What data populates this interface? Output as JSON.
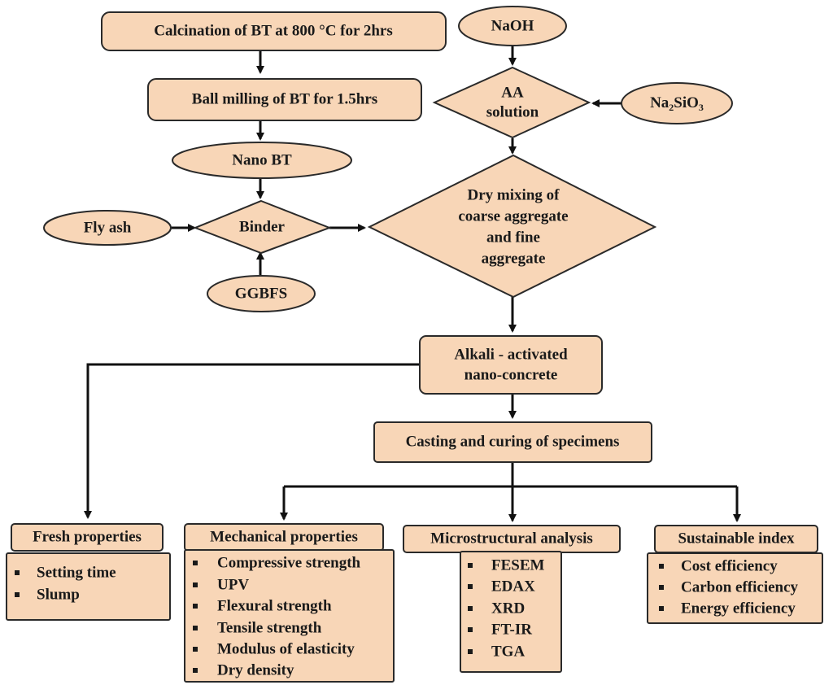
{
  "colors": {
    "node_fill": "#f8d6b7",
    "node_stroke": "#2a2a2a",
    "arrow": "#111111"
  },
  "nodes": {
    "calcination": "Calcination of  BT at  800 °C for 2hrs",
    "ball_milling": "Ball milling of BT for 1.5hrs",
    "nano_bt": "Nano BT",
    "fly_ash": "Fly ash",
    "binder": "Binder",
    "ggbfs": "GGBFS",
    "naoh": "NaOH",
    "aa_solution": [
      "AA",
      "solution"
    ],
    "na2sio3": {
      "base": "Na",
      "sub1": "2",
      "mid": "SiO",
      "sub2": "3"
    },
    "dry_mixing": [
      "Dry mixing of",
      "coarse aggregate",
      "and fine",
      "aggregate"
    ],
    "alkali": [
      "Alkali - activated",
      "nano-concrete"
    ],
    "casting": "Casting and curing of specimens"
  },
  "categories": {
    "fresh": {
      "title": "Fresh properties",
      "items": [
        "Setting time",
        "Slump"
      ]
    },
    "mechanical": {
      "title": "Mechanical properties",
      "items": [
        "Compressive strength",
        "UPV",
        "Flexural strength",
        "Tensile strength",
        "Modulus of elasticity",
        "Dry density"
      ]
    },
    "micro": {
      "title": "Microstructural analysis",
      "items": [
        "FESEM",
        "EDAX",
        "XRD",
        "FT-IR",
        "TGA"
      ]
    },
    "sustainable": {
      "title": "Sustainable index",
      "items": [
        "Cost efficiency",
        "Carbon efficiency",
        "Energy efficiency"
      ]
    }
  }
}
